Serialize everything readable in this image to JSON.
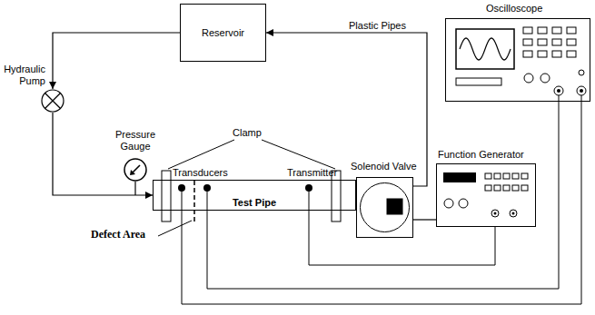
{
  "diagram": {
    "nodes": [
      {
        "text": [
          "Reservoir"
        ]
      },
      {
        "text": [
          "Hydraulic Pump"
        ]
      },
      {
        "text": [
          "Pressure Gauge"
        ]
      },
      {
        "text": [
          "Test Pipe"
        ]
      },
      {
        "text": [
          "Solenoid Valve"
        ]
      },
      {
        "text": [
          "Function Generator"
        ]
      },
      {
        "text": [
          "Oscilloscope"
        ]
      }
    ],
    "edges": [
      {
        "from": 0,
        "to": 1,
        "arrow": "to"
      },
      {
        "from": 1,
        "to": 3,
        "arrow": "to"
      },
      {
        "from": 4,
        "to": 0,
        "arrow": "to"
      },
      {
        "from": 5,
        "to": 4,
        "arrow": "none"
      }
    ],
    "labels": [
      "Plastic Pipes",
      "Clamp",
      "Transducers",
      "Transmitter",
      "Defect Area"
    ]
  }
}
